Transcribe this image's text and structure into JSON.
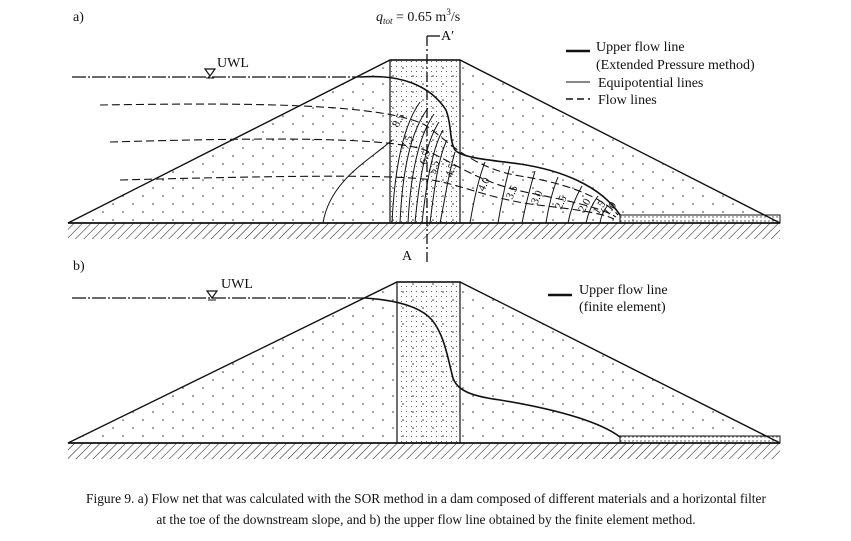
{
  "panel_a": {
    "label": "a)",
    "uwl": "UWL",
    "flow_var": "q",
    "flow_sub": "tot",
    "flow_eq": " = 0.65 m",
    "flow_exp": "3",
    "flow_unit": "/s",
    "section_top": "A′",
    "section_bottom": "A",
    "legend": {
      "upper_flow_line_1": "Upper flow line",
      "upper_flow_line_2": "(Extended Pressure method)",
      "equipotential": "Equipotential lines",
      "flow_lines": "Flow lines"
    },
    "equipotential_labels": [
      "8.5",
      "7.5",
      "6.5",
      "5.5",
      "4.5",
      "4.0",
      "3.5",
      "3.0",
      "2.5",
      "2.0",
      "1.5",
      "1.0"
    ]
  },
  "panel_b": {
    "label": "b)",
    "uwl": "UWL",
    "legend": {
      "upper_flow_line_1": "Upper flow line",
      "upper_flow_line_2": "(finite element)"
    }
  },
  "caption": {
    "line1": "Figure 9. a) Flow net that was calculated with the SOR method in a dam composed of different materials and a horizontal filter",
    "line2": "at the toe of the downstream slope, and b) the upper flow line obtained by the finite element method."
  }
}
